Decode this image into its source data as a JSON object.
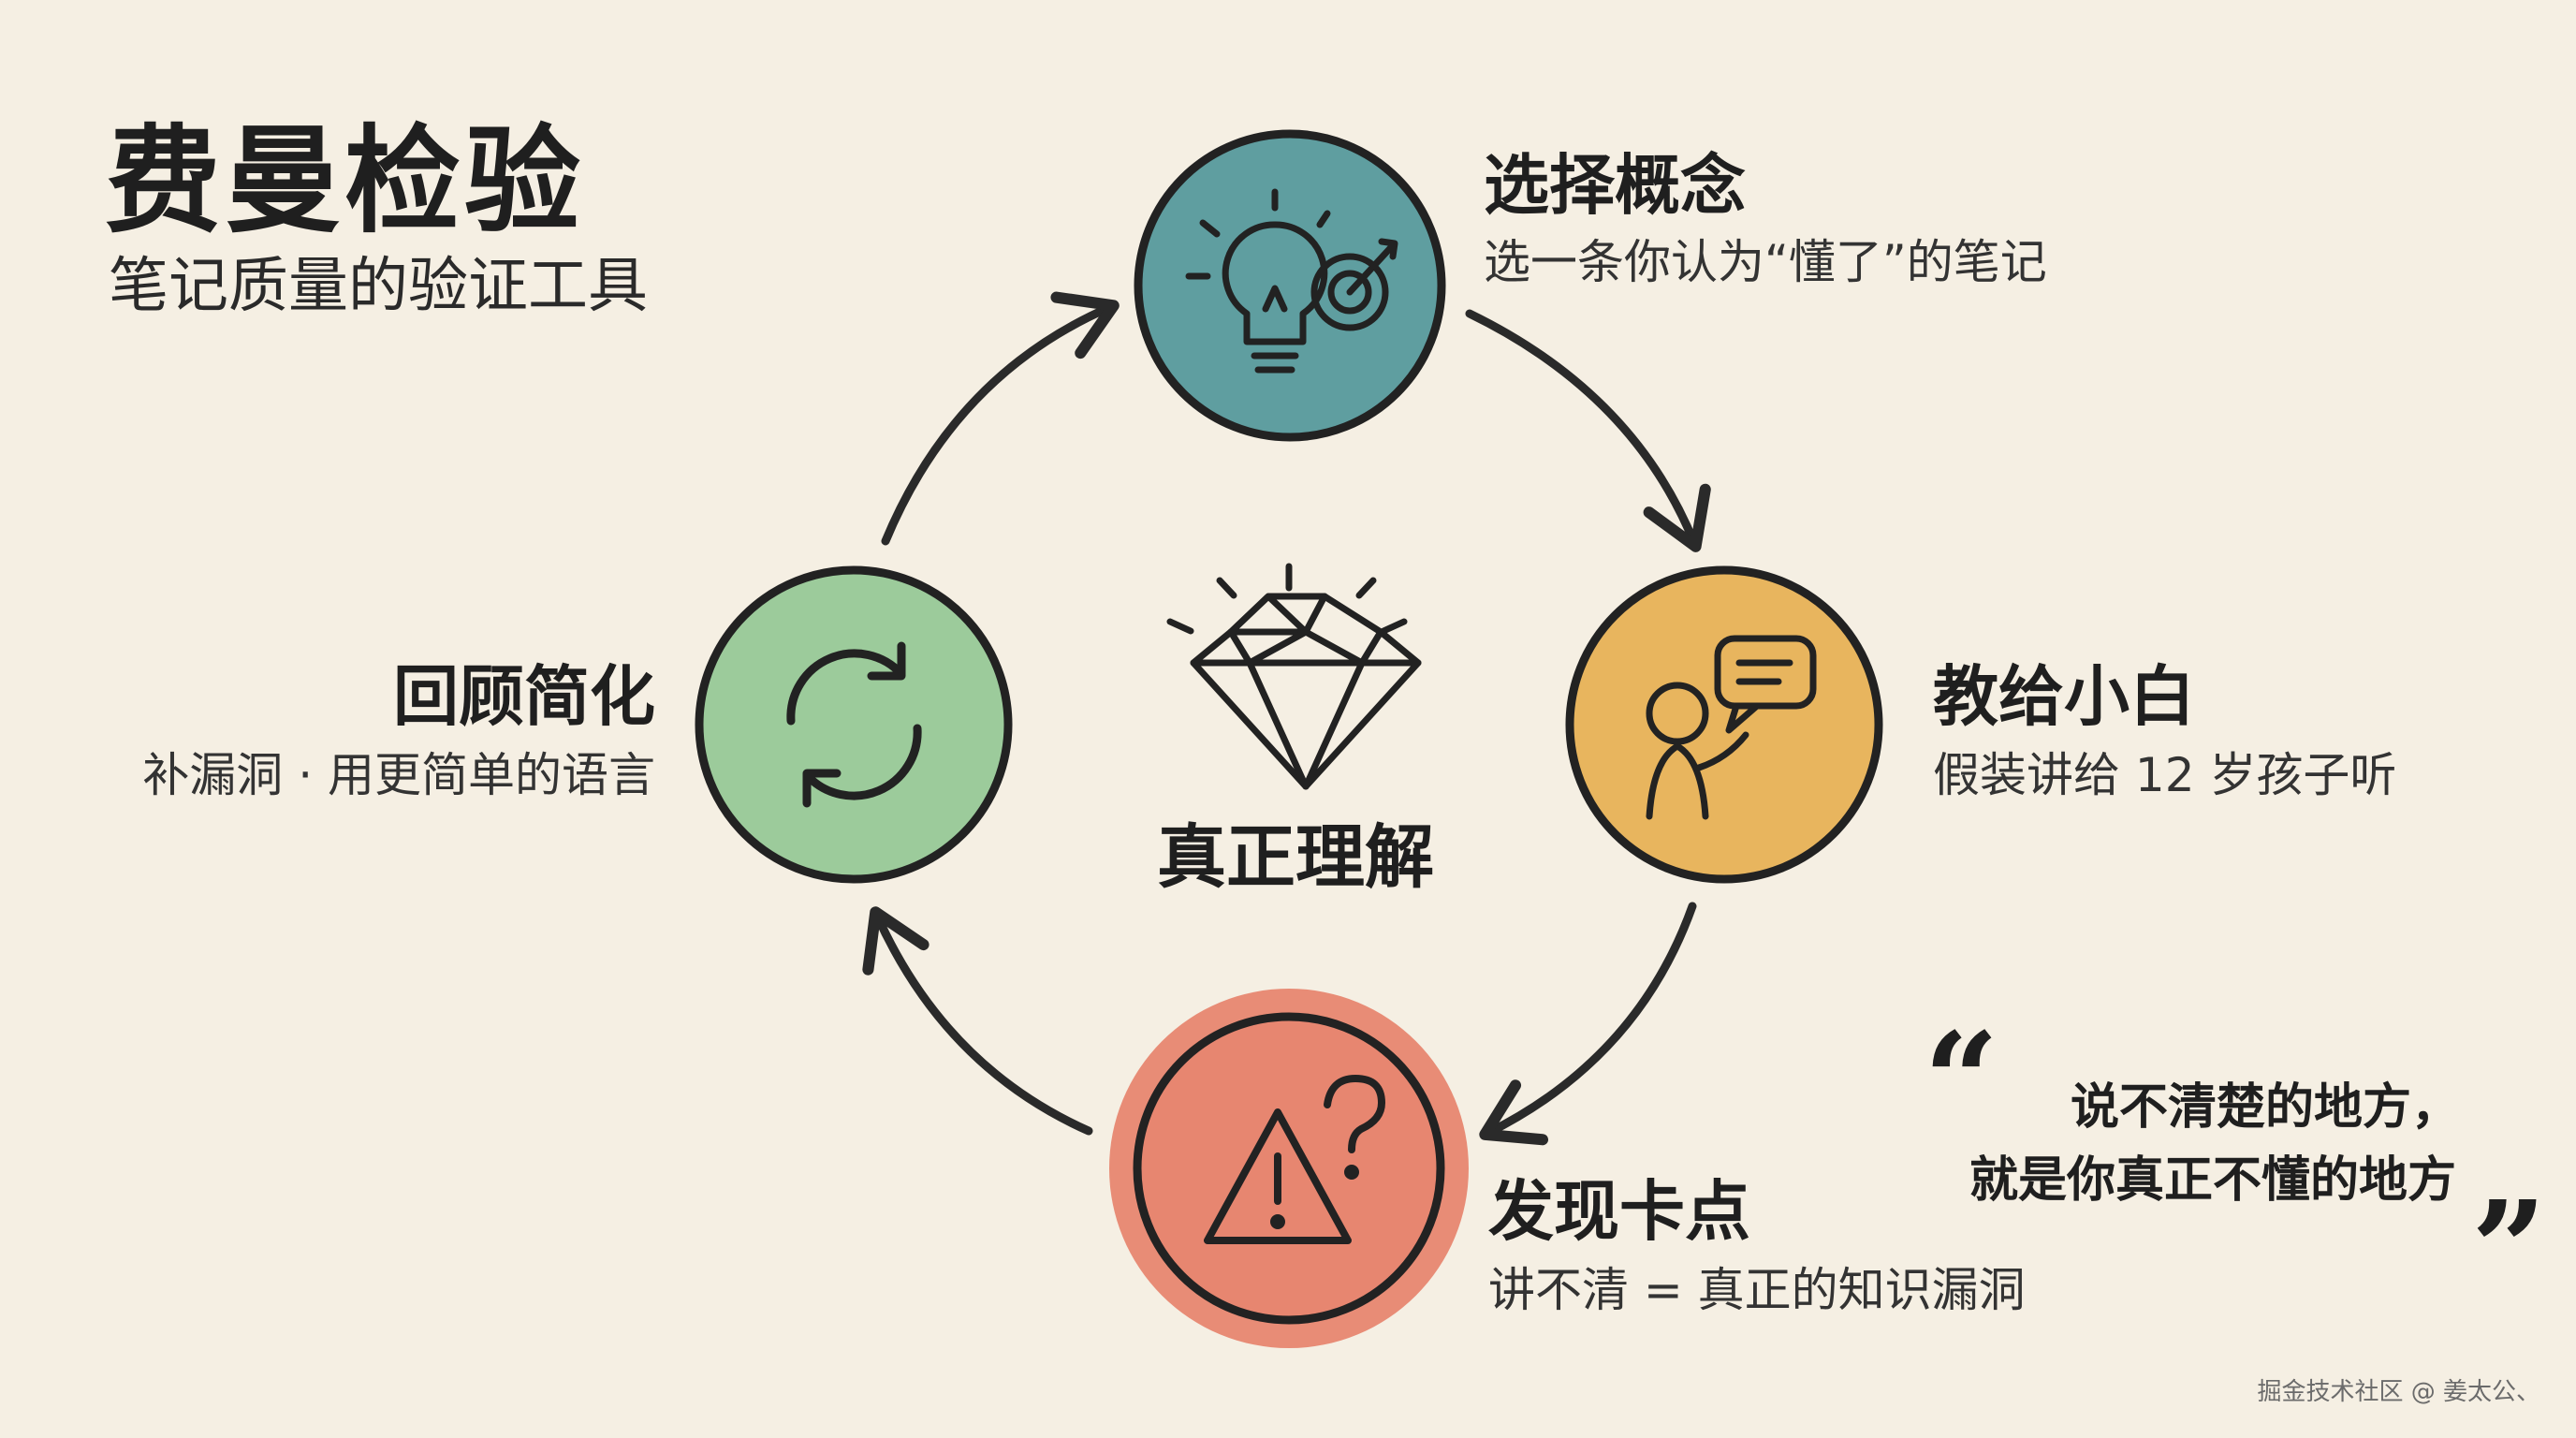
{
  "title": "费曼检验",
  "subtitle": "笔记质量的验证工具",
  "center": {
    "label": "真正理解",
    "icon": "diamond-icon"
  },
  "steps": [
    {
      "title": "选择概念",
      "desc": "选一条你认为“懂了”的笔记",
      "color": "#5f9ea0",
      "icon": "lightbulb-target-icon"
    },
    {
      "title": "教给小白",
      "desc": "假装讲给 12 岁孩子听",
      "color": "#e8b55e",
      "icon": "person-speech-icon"
    },
    {
      "title": "发现卡点",
      "desc": "讲不清 = 真正的知识漏洞",
      "color": "#e78670",
      "icon": "warning-question-icon"
    },
    {
      "title": "回顾简化",
      "desc": "补漏洞 · 用更简单的语言",
      "color": "#9ccb9b",
      "icon": "refresh-cycle-icon"
    }
  ],
  "quote": {
    "open": "“",
    "line1": "说不清楚的地方，",
    "line2": "就是你真正不懂的地方",
    "close": "”"
  },
  "watermark": "掘金技术社区 @ 姜太公、"
}
